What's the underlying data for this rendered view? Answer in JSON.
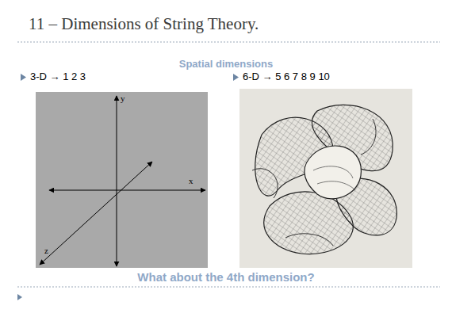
{
  "diagram": {
    "title": "11 – Dimensions of String Theory.",
    "labels": [
      "Spatial dimensions",
      "3-D → 1 2 3",
      "6-D → 5 6 7 8 9 10",
      "y",
      "x",
      "z",
      "What about the 4th dimension?"
    ]
  }
}
